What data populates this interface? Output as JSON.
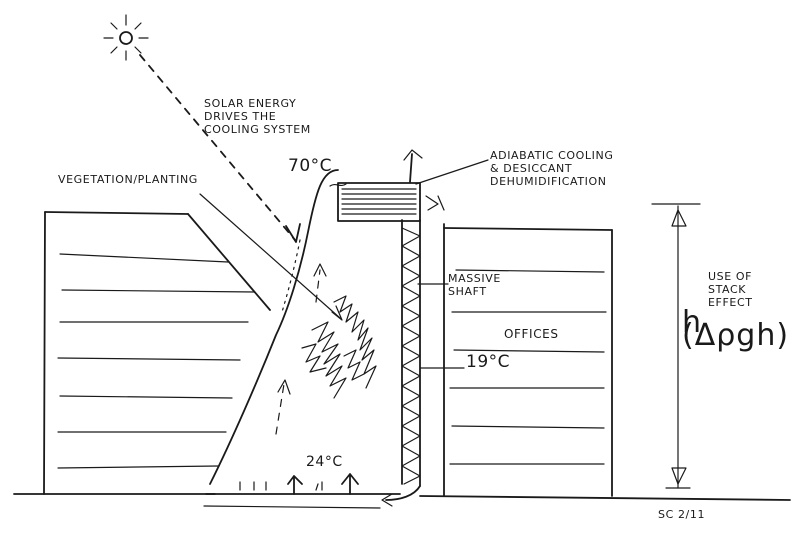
{
  "labels": {
    "solar": "SOLAR ENERGY\nDRIVES THE\nCOOLING SYSTEM",
    "vegetation": "VEGETATION/PLANTING",
    "adiabatic": "ADIABATIC COOLING\n& DESICCANT\nDEHUMIDIFICATION",
    "temp_top": "70°C",
    "massive_shaft": "MASSIVE\nSHAFT",
    "offices": "OFFICES",
    "temp_shaft": "19°C",
    "temp_base": "24°C",
    "stack_effect": "USE OF\nSTACK\nEFFECT",
    "stack_formula": "h (Δρgh)",
    "signature": "SC 2/11"
  },
  "colors": {
    "ink": "#1a1a1a",
    "paper": "#ffffff"
  }
}
